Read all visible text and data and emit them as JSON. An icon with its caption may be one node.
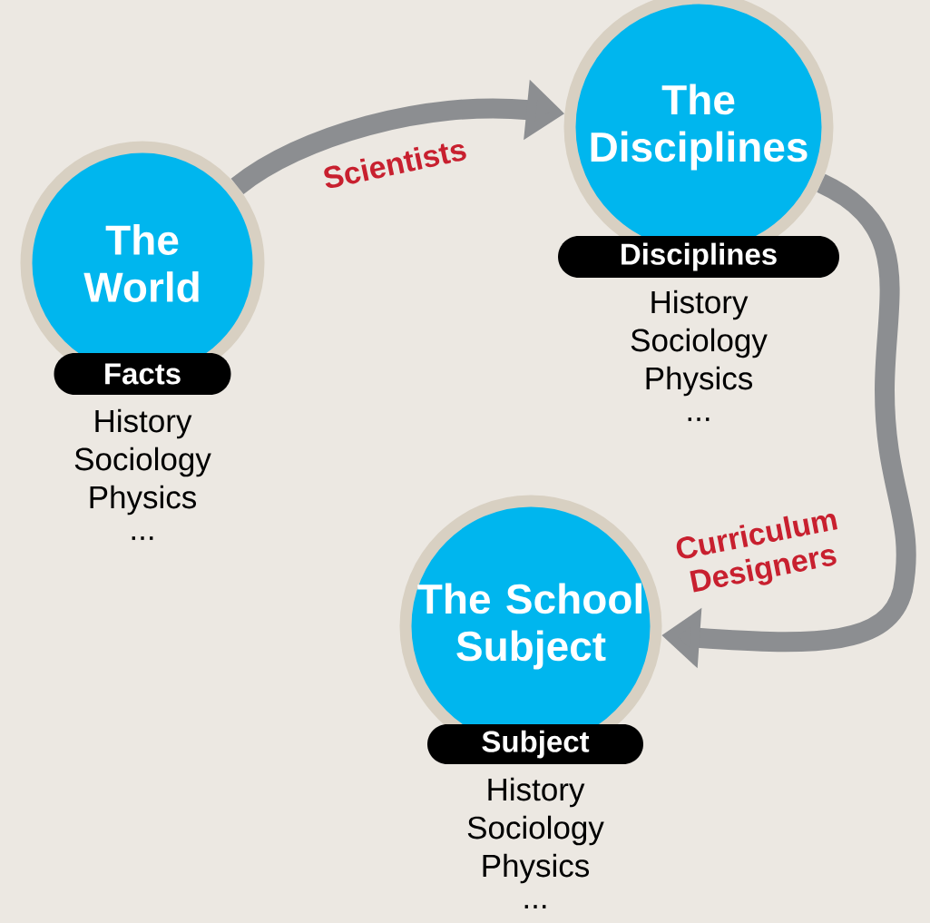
{
  "diagram": {
    "nodes": [
      {
        "text": [
          "The World"
        ]
      },
      {
        "text": [
          "Facts"
        ],
        "beside": [
          "History",
          "Sociology",
          "Physics",
          "..."
        ]
      },
      {
        "text": [
          "The Disciplines"
        ]
      },
      {
        "text": [
          "Disciplines"
        ],
        "beside": [
          "History",
          "Sociology",
          "Physics",
          "..."
        ]
      },
      {
        "text": [
          "The School Subject"
        ]
      },
      {
        "text": [
          "Subject"
        ],
        "beside": [
          "History",
          "Sociology",
          "Physics",
          "..."
        ]
      }
    ],
    "edges": [
      {
        "from": 0,
        "to": 2,
        "arrow": "to",
        "label": "Scientists"
      },
      {
        "from": 2,
        "to": 4,
        "arrow": "to",
        "label": "Curriculum Designers"
      }
    ]
  }
}
